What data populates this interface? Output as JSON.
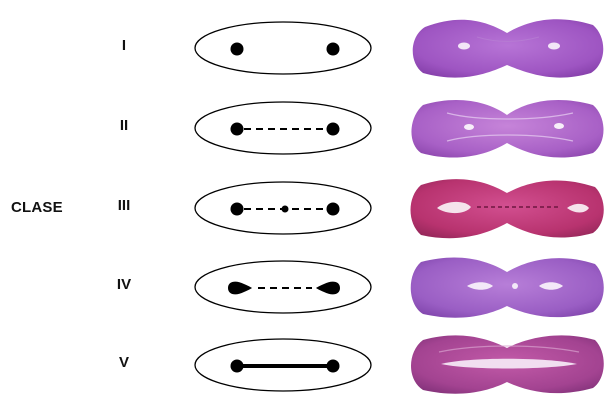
{
  "label": "CLASE",
  "classes": [
    {
      "numeral": "I",
      "connection": "none"
    },
    {
      "numeral": "II",
      "connection": "dashed"
    },
    {
      "numeral": "III",
      "connection": "dashed-with-center-dot"
    },
    {
      "numeral": "IV",
      "connection": "dashed-with-teardrop-ends"
    },
    {
      "numeral": "V",
      "connection": "solid"
    }
  ],
  "colors": {
    "ink": "#000000",
    "tissue_purple": "#a35cc4",
    "tissue_magenta": "#c23c80"
  }
}
